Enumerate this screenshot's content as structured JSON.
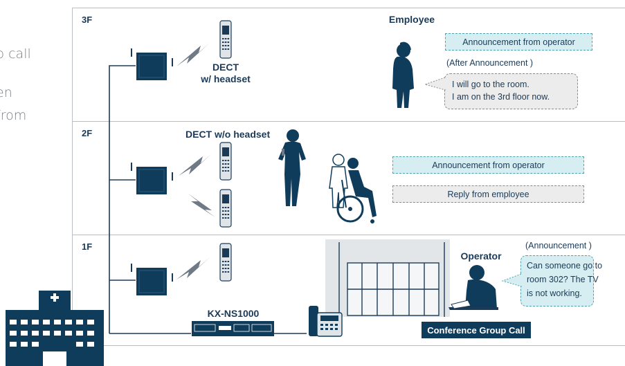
{
  "intro_fragments": [
    "p call",
    "en",
    "from"
  ],
  "floors": {
    "f3": {
      "label": "3F"
    },
    "f2": {
      "label": "2F"
    },
    "f1": {
      "label": "1F"
    }
  },
  "labels": {
    "dect_headset": [
      "DECT",
      "w/ headset"
    ],
    "dect_no_headset": "DECT w/o headset",
    "employee": "Employee",
    "operator": "Operator",
    "pbx": "KX-NS1000"
  },
  "messages": {
    "f3_announcement": "Announcement from operator",
    "f3_after_note": "(After Announcement )",
    "f3_reply_lines": [
      "I will go to the room.",
      "I am on the 3rd floor now."
    ],
    "f2_announcement": "Announcement from operator",
    "f2_reply": "Reply from employee",
    "f1_note": "(Announcement )",
    "f1_bubble_lines": [
      "Can someone go to",
      "room 302? The TV",
      "is not working."
    ]
  },
  "buttons": {
    "conference": "Conference Group Call"
  },
  "colors": {
    "navy": "#1b3a57",
    "dark_navy": "#0f3c5a",
    "light_blue": "#d6eef1",
    "teal_border": "#4da3ac",
    "gray_box": "#ececec"
  }
}
